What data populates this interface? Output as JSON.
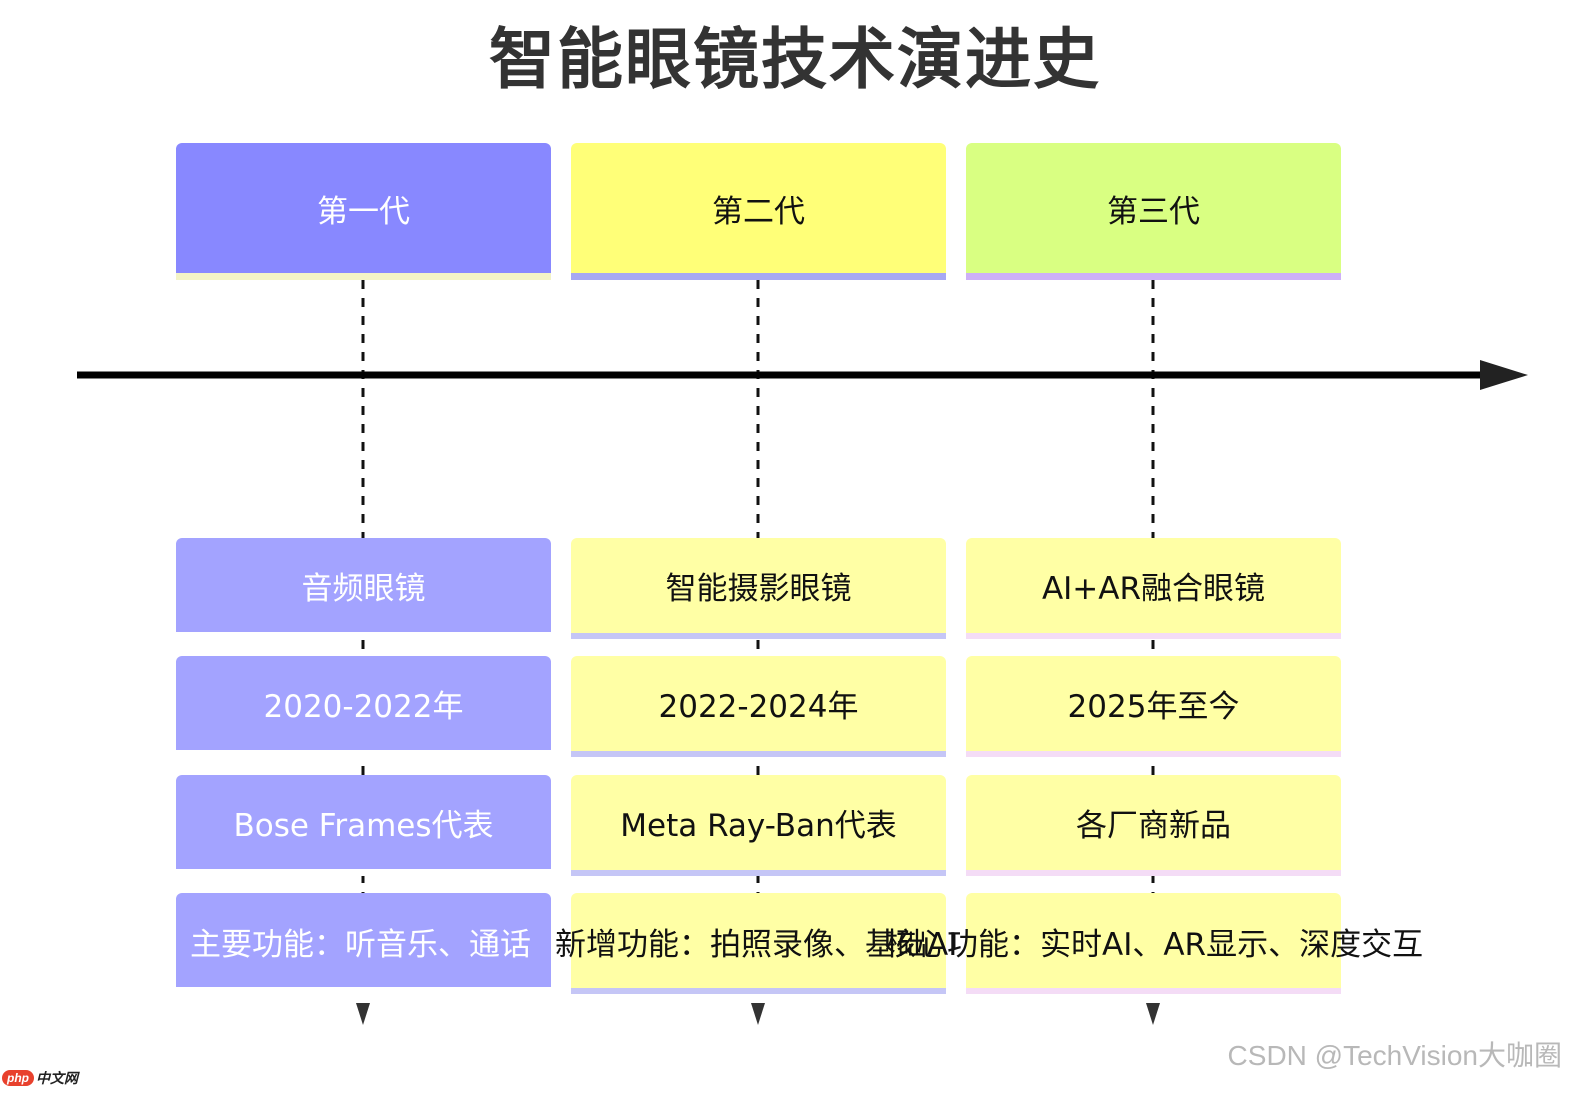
{
  "title": "智能眼镜技术演进史",
  "columns": [
    {
      "generation": "第一代",
      "name": "音频眼镜",
      "period": "2020-2022年",
      "representative": "Bose Frames代表",
      "features": "主要功能：听音乐、通话"
    },
    {
      "generation": "第二代",
      "name": "智能摄影眼镜",
      "period": "2022-2024年",
      "representative": "Meta Ray-Ban代表",
      "features": "新增功能：拍照录像、基础AI"
    },
    {
      "generation": "第三代",
      "name": "AI+AR融合眼镜",
      "period": "2025年至今",
      "representative": "各厂商新品",
      "features": "核心功能：实时AI、AR显示、深度交互"
    }
  ],
  "colors": {
    "gen1": "#8888ff",
    "gen2": "#ffff78",
    "gen3": "#d9ff82",
    "event1": "#a3a3ff",
    "event23": "#ffffa5",
    "axis": "#000000"
  },
  "watermark": "CSDN @TechVision大咖圈",
  "logo": {
    "badge": "php",
    "text": "中文网"
  }
}
